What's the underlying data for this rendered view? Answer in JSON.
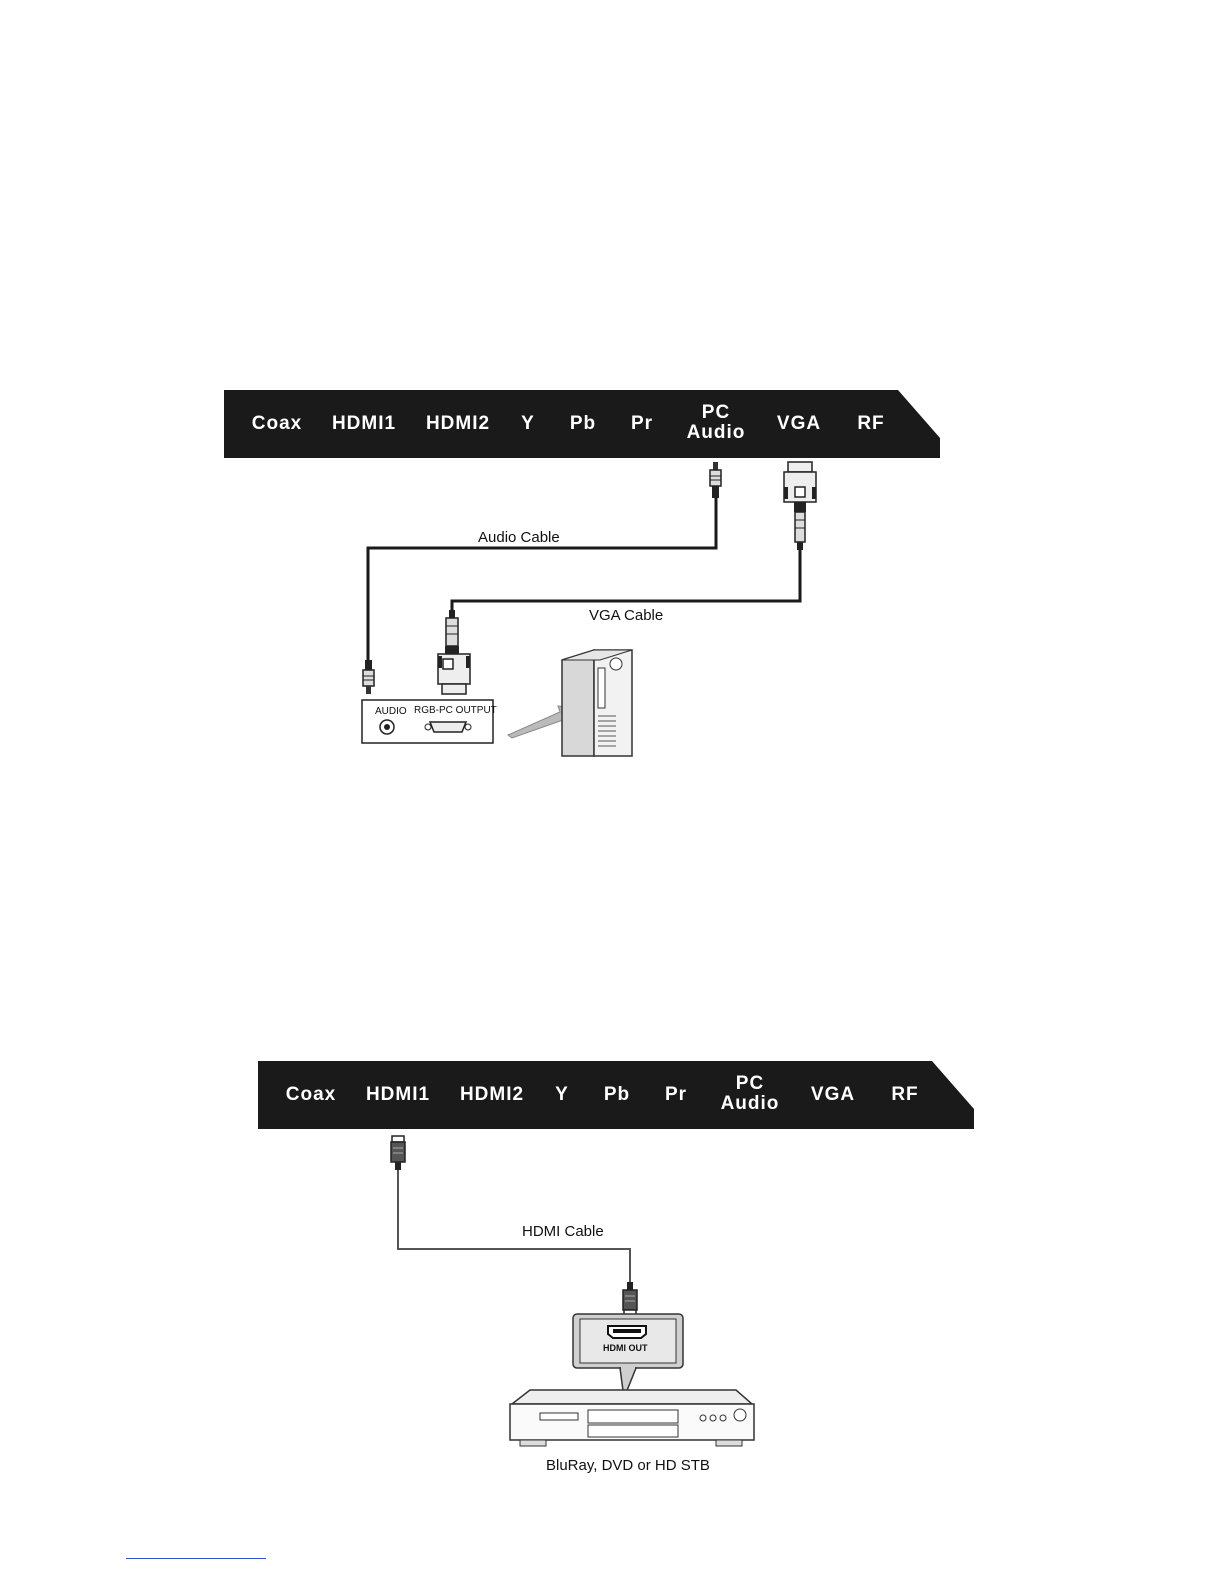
{
  "diagram_pc": {
    "ports": [
      "Coax",
      "HDMI1",
      "HDMI2",
      "Y",
      "Pb",
      "Pr",
      "PC\nAudio",
      "VGA",
      "RF"
    ],
    "audio_cable_label": "Audio Cable",
    "vga_cable_label": "VGA Cable",
    "pc_audio_label": "AUDIO",
    "pc_rgb_label": "RGB-PC OUTPUT"
  },
  "diagram_hdmi": {
    "ports": [
      "Coax",
      "HDMI1",
      "HDMI2",
      "Y",
      "Pb",
      "Pr",
      "PC\nAudio",
      "VGA",
      "RF"
    ],
    "hdmi_cable_label": "HDMI Cable",
    "hdmi_out_label": "HDMI OUT",
    "device_caption": "BluRay, DVD or HD STB"
  },
  "colors": {
    "panel": "#1a1a1a",
    "cable": "#1a1a1a",
    "hdmi_cable": "#555555",
    "connector_fill": "#e6e6e6"
  }
}
